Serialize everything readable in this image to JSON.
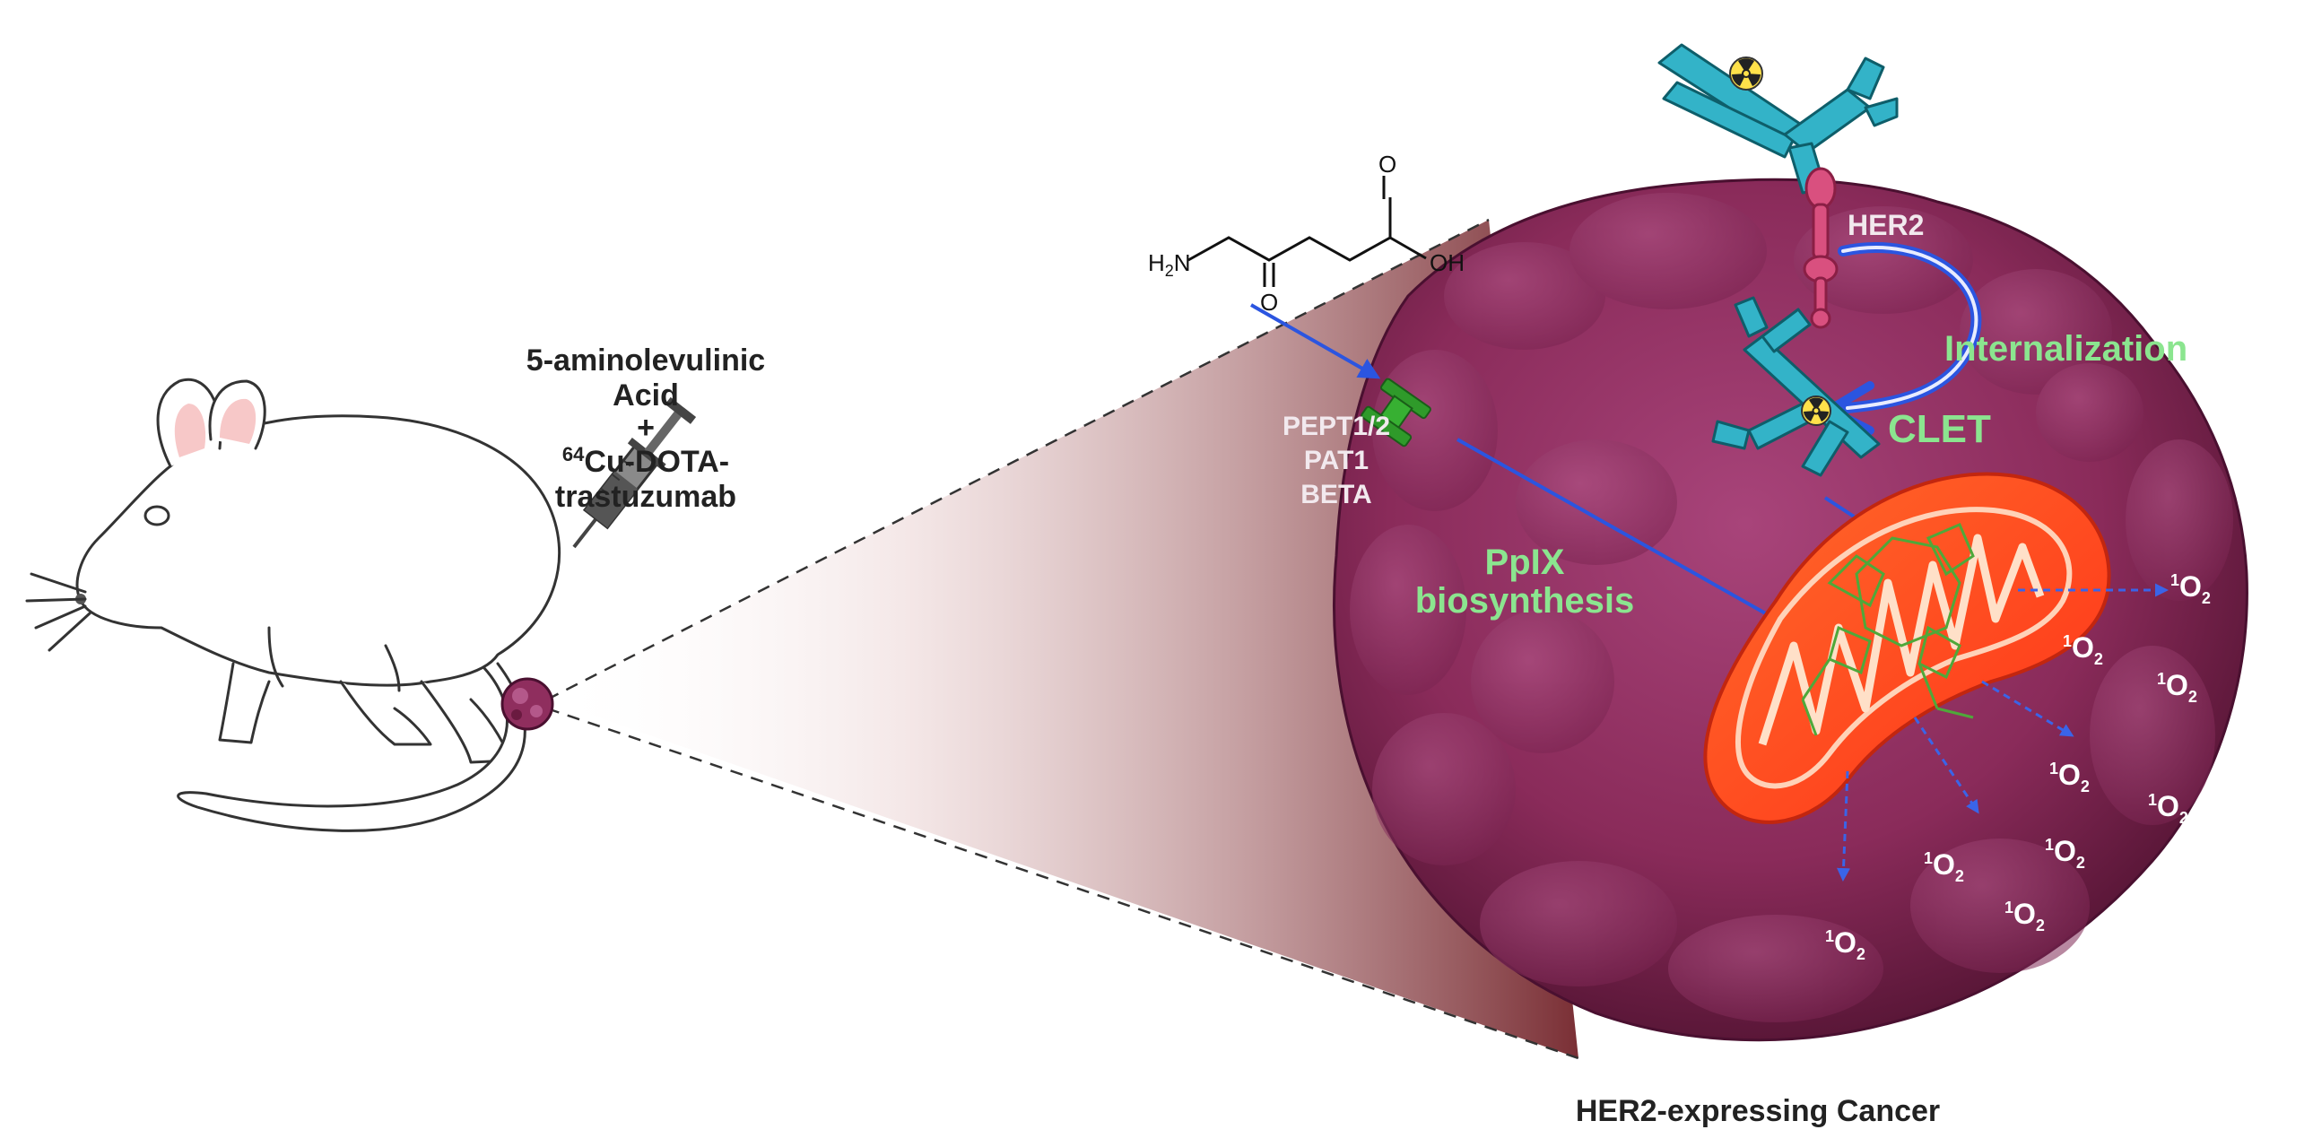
{
  "injection_label": {
    "line1": "5-aminolevulinic",
    "line2": "Acid",
    "line3": "+",
    "isotope": "64",
    "line4": "Cu-DOTA-",
    "line5": "trastuzumab"
  },
  "molecule": {
    "amine": "H",
    "amine_sub": "2",
    "amine_n": "N",
    "carbonyl_o": "O",
    "acid_o": "O",
    "acid_oh": "OH"
  },
  "transporter_labels": [
    "PEPT1/2",
    "PAT1",
    "BETA"
  ],
  "receptor_label": "HER2",
  "process_labels": {
    "internalization": "Internalization",
    "clet": "CLET",
    "pplx_line1": "PpIX",
    "pplx_line2": "biosynthesis"
  },
  "singlet_oxygen": {
    "sup": "1",
    "base": "O",
    "sub": "2"
  },
  "caption": "HER2-expressing Cancer",
  "colors": {
    "tumor": "#8f2e5e",
    "tumor_dark": "#5e1738",
    "antibody": "#33b3c8",
    "her2": "#d9507f",
    "mitochondrion": "#ff4a1c",
    "label_green": "#8be58f",
    "arrow_blue": "#2b55e0",
    "transporter": "#2f9a2a"
  },
  "icons": [
    "mouse-illustration",
    "syringe-icon",
    "radiation-icon",
    "antibody-icon",
    "transporter-icon",
    "mitochondrion-icon",
    "porphyrin-icon"
  ]
}
